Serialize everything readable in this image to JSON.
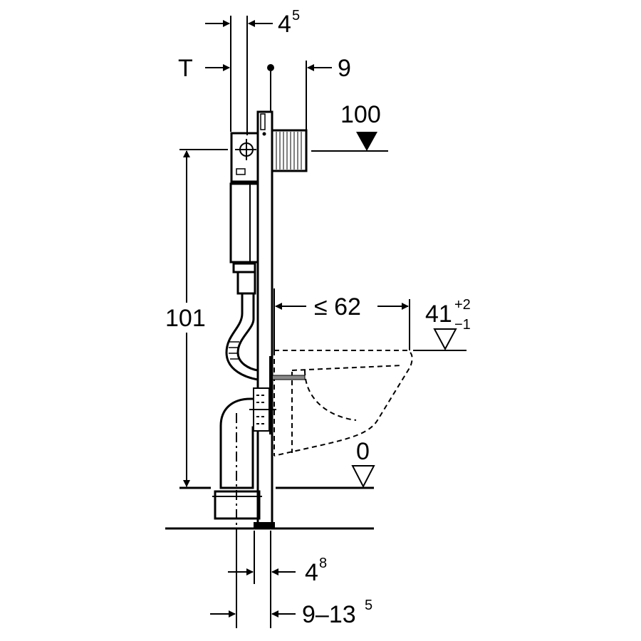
{
  "dimensions": {
    "frame_depth_small": {
      "base": "4",
      "sup": "5"
    },
    "T": "T",
    "nine": "9",
    "height_top": "100",
    "height_frame": "101",
    "max_projection": "≤ 62",
    "rim_height": {
      "base": "41",
      "sup": "+2",
      "sub": "−1"
    },
    "floor_level": "0",
    "bottom_small": {
      "base": "4",
      "sup": "8"
    },
    "bottom_range": {
      "base": "9–13",
      "sup": "5"
    }
  }
}
